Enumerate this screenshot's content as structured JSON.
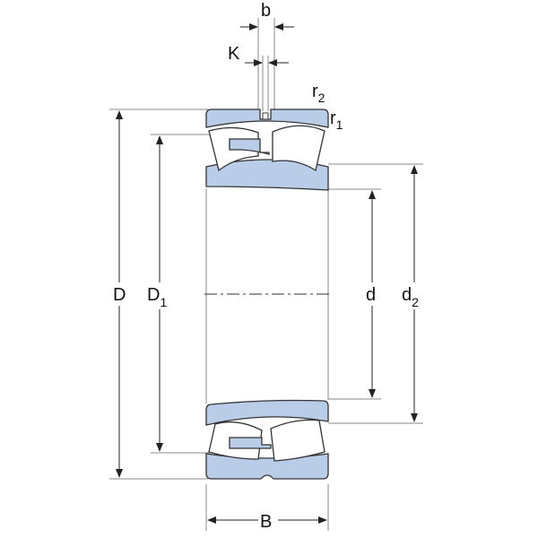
{
  "title": "Spherical roller bearing dimension drawing",
  "labels": {
    "D": "D",
    "D1_main": "D",
    "D1_sub": "1",
    "d": "d",
    "d2_main": "d",
    "d2_sub": "2",
    "B": "B",
    "b": "b",
    "K": "K",
    "r1_main": "r",
    "r1_sub": "1",
    "r2_main": "r",
    "r2_sub": "2"
  },
  "colors": {
    "ring_fill": "#b9cce8",
    "line": "#222222"
  }
}
